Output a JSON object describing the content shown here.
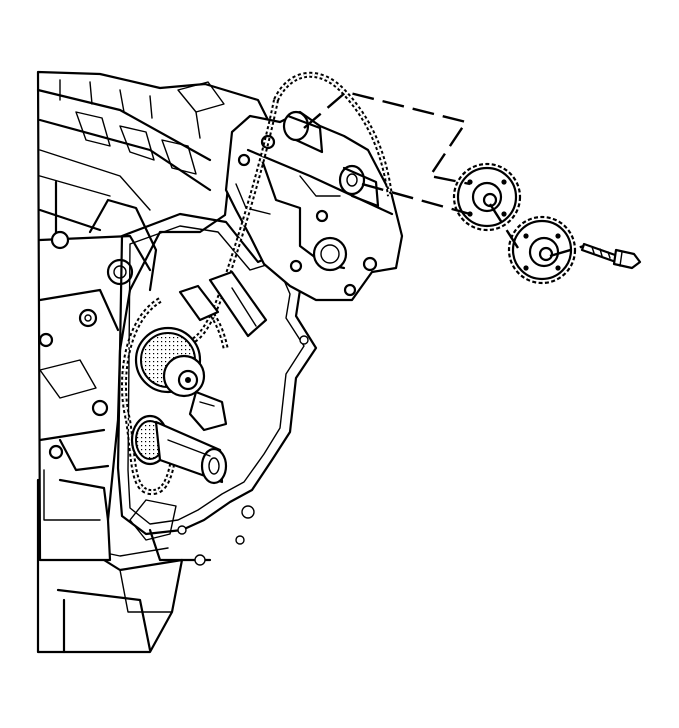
{
  "diagram": {
    "kind": "exploded-view line illustration",
    "colors": {
      "line": "#000000",
      "background": "#ffffff"
    },
    "parts": [
      {
        "id": "engine-block",
        "icon": "engine-block-icon"
      },
      {
        "id": "timing-chain-primary",
        "icon": "chain-icon"
      },
      {
        "id": "timing-chain-secondary",
        "icon": "chain-icon"
      },
      {
        "id": "crankshaft-sprocket",
        "icon": "sprocket-icon"
      },
      {
        "id": "intermediate-sprocket",
        "icon": "sprocket-icon"
      },
      {
        "id": "cylinder-head",
        "icon": "cylinder-head-icon"
      },
      {
        "id": "camshaft-sprocket-1",
        "icon": "sprocket-icon"
      },
      {
        "id": "camshaft-sprocket-2",
        "icon": "sprocket-icon"
      },
      {
        "id": "sprocket-bolt",
        "icon": "bolt-icon"
      }
    ]
  }
}
